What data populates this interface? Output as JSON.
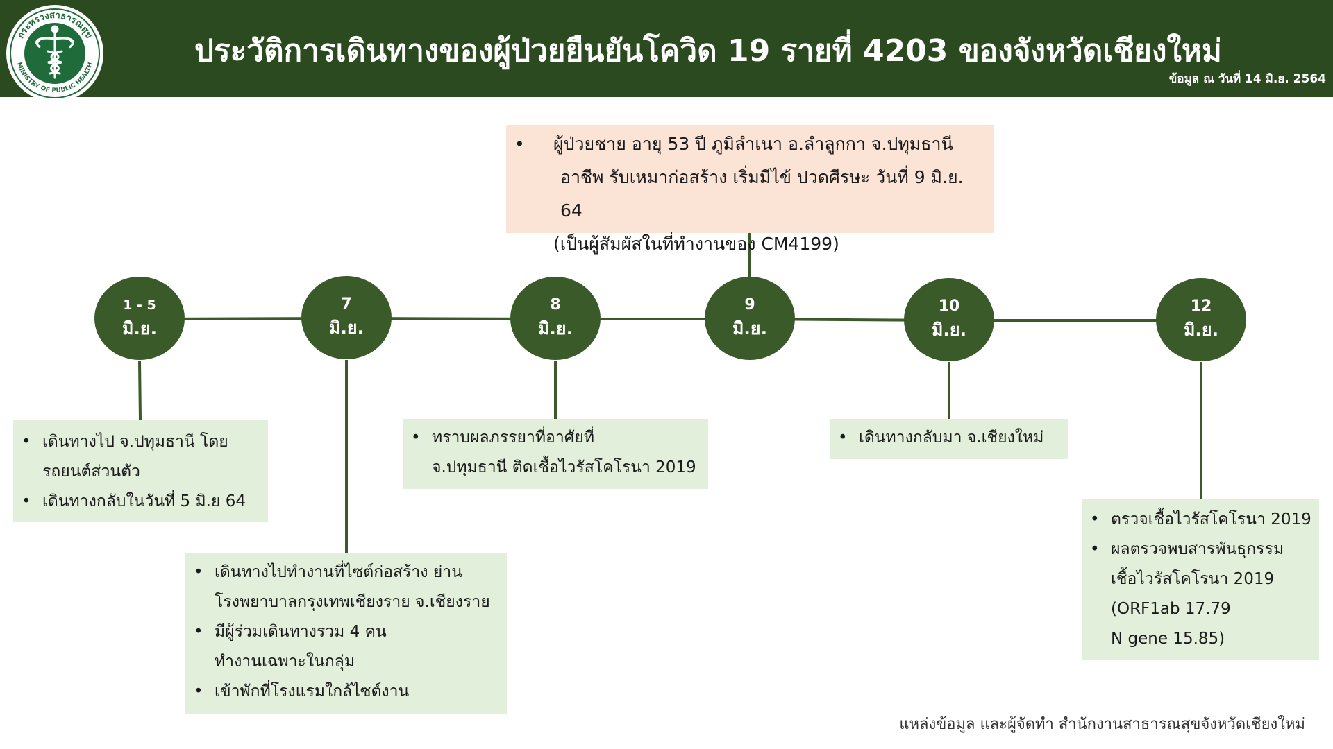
{
  "header": {
    "title": "ประวัติการเดินทางของผู้ป่วยยืนยันโควิด 19 รายที่ 4203 ของจังหวัดเชียงใหม่",
    "date_note": "ข้อมูล ณ วันที่ 14 มิ.ย. 2564",
    "logo": {
      "top_text": "กระทรวงสาธารณสุข",
      "bottom_text": "MINISTRY OF PUBLIC HEALTH",
      "icon": "caduceus-icon"
    }
  },
  "patient": {
    "lines": [
      "ผู้ป่วยชาย อายุ 53 ปี ภูมิลำเนา อ.ลำลูกกา จ.ปทุมธานี",
      "อาชีพ รับเหมาก่อสร้าง เริ่มมีไข้ ปวดศีรษะ วันที่ 9 มิ.ย. 64",
      "(เป็นผู้สัมผัสในที่ทำงานของ CM4199)"
    ]
  },
  "timeline": [
    {
      "day": "1 - 5",
      "month": "มิ.ย.",
      "events": [
        [
          "เดินทางไป จ.ปทุมธานี โดย",
          "รถยนต์ส่วนตัว"
        ],
        [
          "เดินทางกลับในวันที่ 5 มิ.ย 64"
        ]
      ]
    },
    {
      "day": "7",
      "month": "มิ.ย.",
      "events": [
        [
          "เดินทางไปทำงานที่ไซต์ก่อสร้าง ย่าน",
          "โรงพยาบาลกรุงเทพเชียงราย จ.เชียงราย"
        ],
        [
          "มีผู้ร่วมเดินทางรวม 4 คน",
          "ทำงานเฉพาะในกลุ่ม"
        ],
        [
          "เข้าพักที่โรงแรมใกล้ไซต์งาน"
        ]
      ]
    },
    {
      "day": "8",
      "month": "มิ.ย.",
      "events": [
        [
          "ทราบผลภรรยาที่อาศัยที่",
          "จ.ปทุมธานี ติดเชื้อไวรัสโคโรนา 2019"
        ]
      ]
    },
    {
      "day": "9",
      "month": "มิ.ย.",
      "events": []
    },
    {
      "day": "10",
      "month": "มิ.ย.",
      "events": [
        [
          "เดินทางกลับมา จ.เชียงใหม่"
        ]
      ]
    },
    {
      "day": "12",
      "month": "มิ.ย.",
      "events": [
        [
          "ตรวจเชื้อไวรัสโคโรนา 2019"
        ],
        [
          "ผลตรวจพบสารพันธุกรรม",
          "เชื้อไวรัสโคโรนา 2019",
          "(ORF1ab 17.79",
          "N gene 15.85)"
        ]
      ]
    }
  ],
  "footer": {
    "source": "แหล่งข้อมูล และผู้จัดทำ สำนักงานสาธารณสุขจังหวัดเชียงใหม่"
  },
  "colors": {
    "header_bg": "#2c4a20",
    "node": "#3a5a2a",
    "line": "#3a5a2a",
    "event_box": "#e2efda",
    "patient_box": "#fbe3d6"
  }
}
